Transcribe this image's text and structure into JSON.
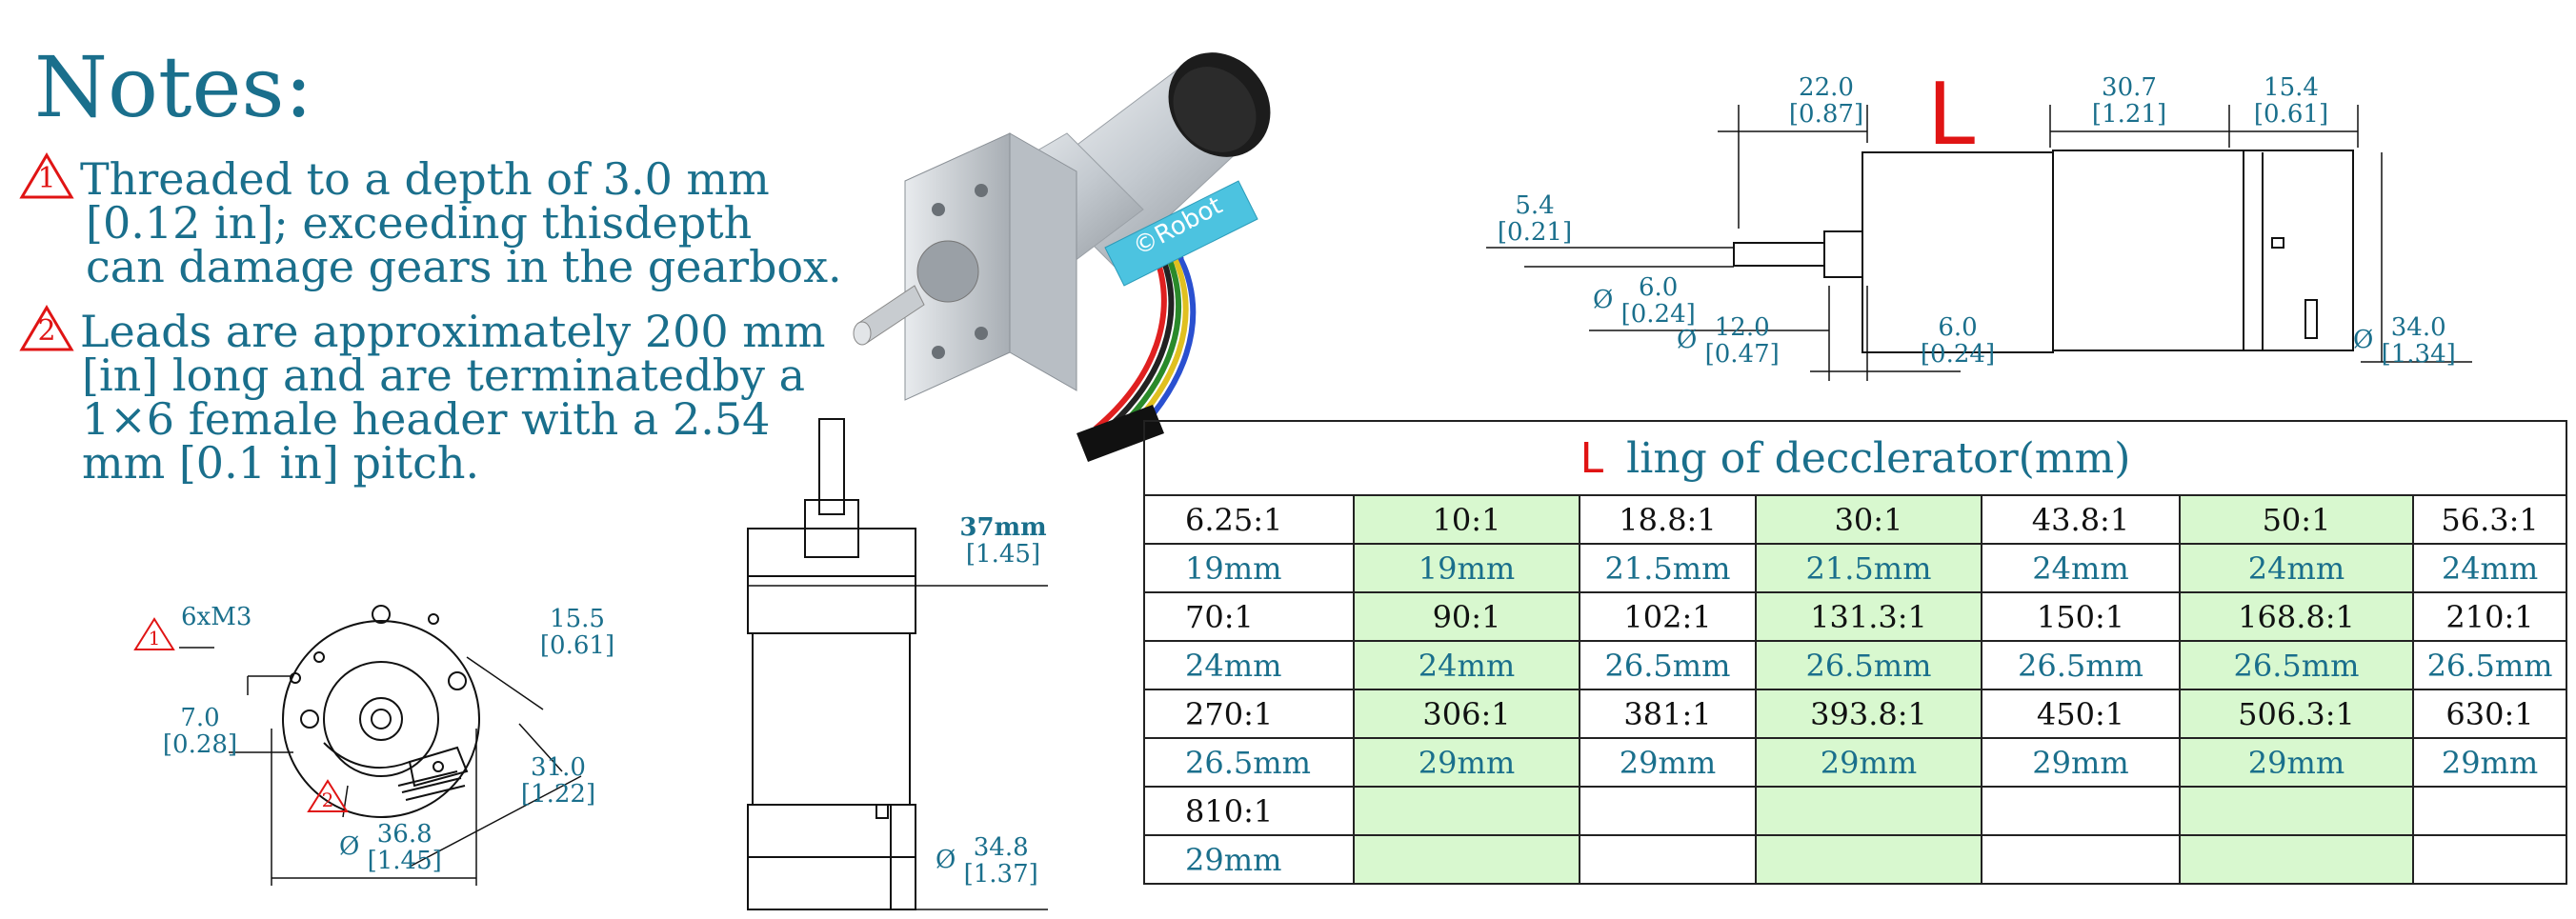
{
  "notes": {
    "title": "Notes:",
    "note1": {
      "marker": "1",
      "lines": [
        "Threaded to a depth of 3.0 mm",
        "[0.12 in]; exceeding thisdepth",
        "can damage gears in the gearbox."
      ]
    },
    "note2": {
      "marker": "2",
      "lines": [
        "Leads are approximately 200 mm",
        "[in] long and are terminatedby a",
        "1×6 female header with a 2.54",
        "mm [0.1 in] pitch."
      ]
    }
  },
  "brand_label": "©Robot",
  "front_view": {
    "marker1": "1",
    "marker2": "2",
    "screws": "6xM3",
    "d1_mm": "7.0",
    "d1_in": "[0.28]",
    "d2_mm": "15.5",
    "d2_in": "[0.61]",
    "d3_mm": "31.0",
    "d3_in": "[1.22]",
    "dia_symbol": "Ø",
    "d4_mm": "36.8",
    "d4_in": "[1.45]"
  },
  "side_view": {
    "width_mm": "37mm",
    "width_in": "[1.45]",
    "dia_symbol": "Ø",
    "dia_mm": "34.8",
    "dia_in": "[1.37]"
  },
  "top_drawing": {
    "L": "L",
    "a_mm": "22.0",
    "a_in": "[0.87]",
    "b_mm": "30.7",
    "b_in": "[1.21]",
    "c_mm": "15.4",
    "c_in": "[0.61]",
    "d_mm": "5.4",
    "d_in": "[0.21]",
    "dia_symbol": "Ø",
    "e_mm": "6.0",
    "e_in": "[0.24]",
    "f_mm": "12.0",
    "f_in": "[0.47]",
    "g_mm": "6.0",
    "g_in": "[0.24]",
    "h_mm": "34.0",
    "h_in": "[1.34]"
  },
  "table": {
    "title_L": "L",
    "title": "ling of decclerator(mm)",
    "rows": [
      [
        "6.25:1",
        "10:1",
        "18.8:1",
        "30:1",
        "43.8:1",
        "50:1",
        "56.3:1"
      ],
      [
        "19mm",
        "19mm",
        "21.5mm",
        "21.5mm",
        "24mm",
        "24mm",
        "24mm"
      ],
      [
        "70:1",
        "90:1",
        "102:1",
        "131.3:1",
        "150:1",
        "168.8:1",
        "210:1"
      ],
      [
        "24mm",
        "24mm",
        "26.5mm",
        "26.5mm",
        "26.5mm",
        "26.5mm",
        "26.5mm"
      ],
      [
        "270:1",
        "306:1",
        "381:1",
        "393.8:1",
        "450:1",
        "506.3:1",
        "630:1"
      ],
      [
        "26.5mm",
        "29mm",
        "29mm",
        "29mm",
        "29mm",
        "29mm",
        "29mm"
      ],
      [
        "810:1",
        "",
        "",
        "",
        "",
        "",
        ""
      ],
      [
        "29mm",
        "",
        "",
        "",
        "",
        "",
        ""
      ]
    ],
    "highlight_color": "#d8f8cf"
  },
  "colors": {
    "accent": "#1a6f8c",
    "warning": "#e01414"
  }
}
